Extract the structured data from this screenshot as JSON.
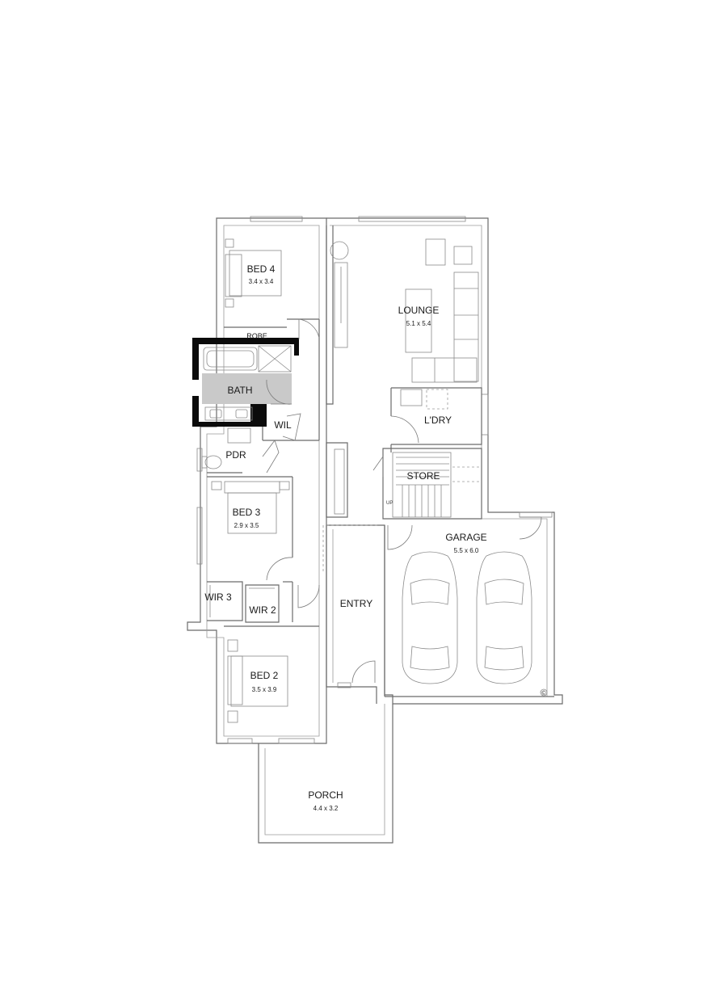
{
  "rooms": {
    "bed4": {
      "name": "BED 4",
      "size": "3.4 x 3.4"
    },
    "robe": {
      "name": "ROBE"
    },
    "bath": {
      "name": "BATH"
    },
    "wil": {
      "name": "WIL"
    },
    "pdr": {
      "name": "PDR"
    },
    "bed3": {
      "name": "BED 3",
      "size": "2.9 x 3.5"
    },
    "wir3": {
      "name": "WIR 3"
    },
    "wir2": {
      "name": "WIR 2"
    },
    "bed2": {
      "name": "BED 2",
      "size": "3.5 x 3.9"
    },
    "entry": {
      "name": "ENTRY"
    },
    "porch": {
      "name": "PORCH",
      "size": "4.4 x 3.2"
    },
    "lounge": {
      "name": "LOUNGE",
      "size": "5.1 x 5.4"
    },
    "ldry": {
      "name": "L'DRY"
    },
    "store": {
      "name": "STORE"
    },
    "garage": {
      "name": "GARAGE",
      "size": "5.5 x 6.0"
    }
  },
  "stair_label": "UP",
  "copyright_mark": "©",
  "colors": {
    "wall": "#6b6b6b",
    "bath_fill": "#c9c9c9",
    "heavy_wall": "#0b0b0b"
  }
}
